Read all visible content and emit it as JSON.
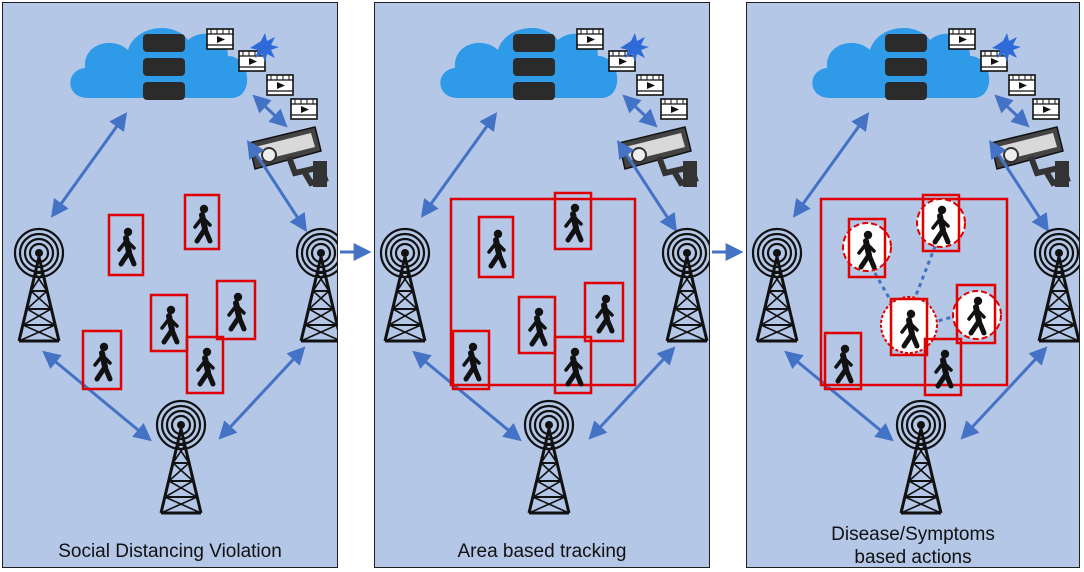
{
  "panels": [
    {
      "caption_lines": [
        "Social Distancing Violation"
      ]
    },
    {
      "caption_lines": [
        "Area based tracking"
      ]
    },
    {
      "caption_lines": [
        "Disease/Symptoms",
        "based actions"
      ]
    }
  ],
  "icons": [
    "cloud-server-icon",
    "video-clip-icon",
    "cctv-camera-icon",
    "cell-tower-icon",
    "pedestrian-icon",
    "right-arrow-icon"
  ],
  "colors": {
    "panel_bg": "#b4c7e7",
    "arrow": "#4472c4",
    "detection_box": "#e00000",
    "cloud": "#2f9be8",
    "tower": "#111111"
  }
}
